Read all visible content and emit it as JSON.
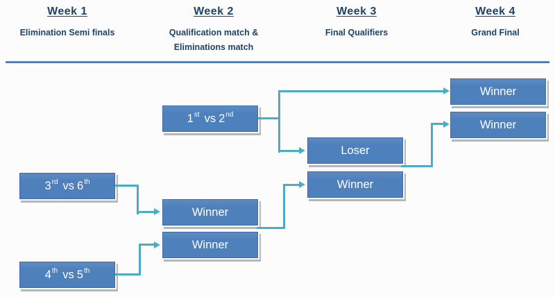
{
  "header": {
    "columns": [
      {
        "title": "Week 1",
        "subtitle": "Elimination Semi finals"
      },
      {
        "title": "Week 2",
        "subtitle": "Qualification match & Eliminations match"
      },
      {
        "title": "Week 3",
        "subtitle": "Final Qualifiers"
      },
      {
        "title": "Week 4",
        "subtitle": "Grand Final"
      }
    ]
  },
  "seeds": {
    "match_1_2": {
      "num1": "1",
      "ord1": "st",
      "separator": "vs",
      "num2": "2",
      "ord2": "nd"
    },
    "match_3_6": {
      "num1": "3",
      "ord1": "rd",
      "separator": "vs",
      "num2": "6",
      "ord2": "th"
    },
    "match_4_5": {
      "num1": "4",
      "ord1": "th",
      "separator": "vs",
      "num2": "5",
      "ord2": "th"
    }
  },
  "results": {
    "week2_top": "Winner",
    "week2_bottom": "Winner",
    "week3_loser": "Loser",
    "week3_winner": "Winner",
    "week4_top": "Winner",
    "week4_bottom": "Winner"
  },
  "colors": {
    "box_fill": "#4E80BC",
    "box_border": "#3B6CA7",
    "connector": "#4BACC6",
    "header_text": "#1F4265",
    "divider": "#4F81BD"
  }
}
